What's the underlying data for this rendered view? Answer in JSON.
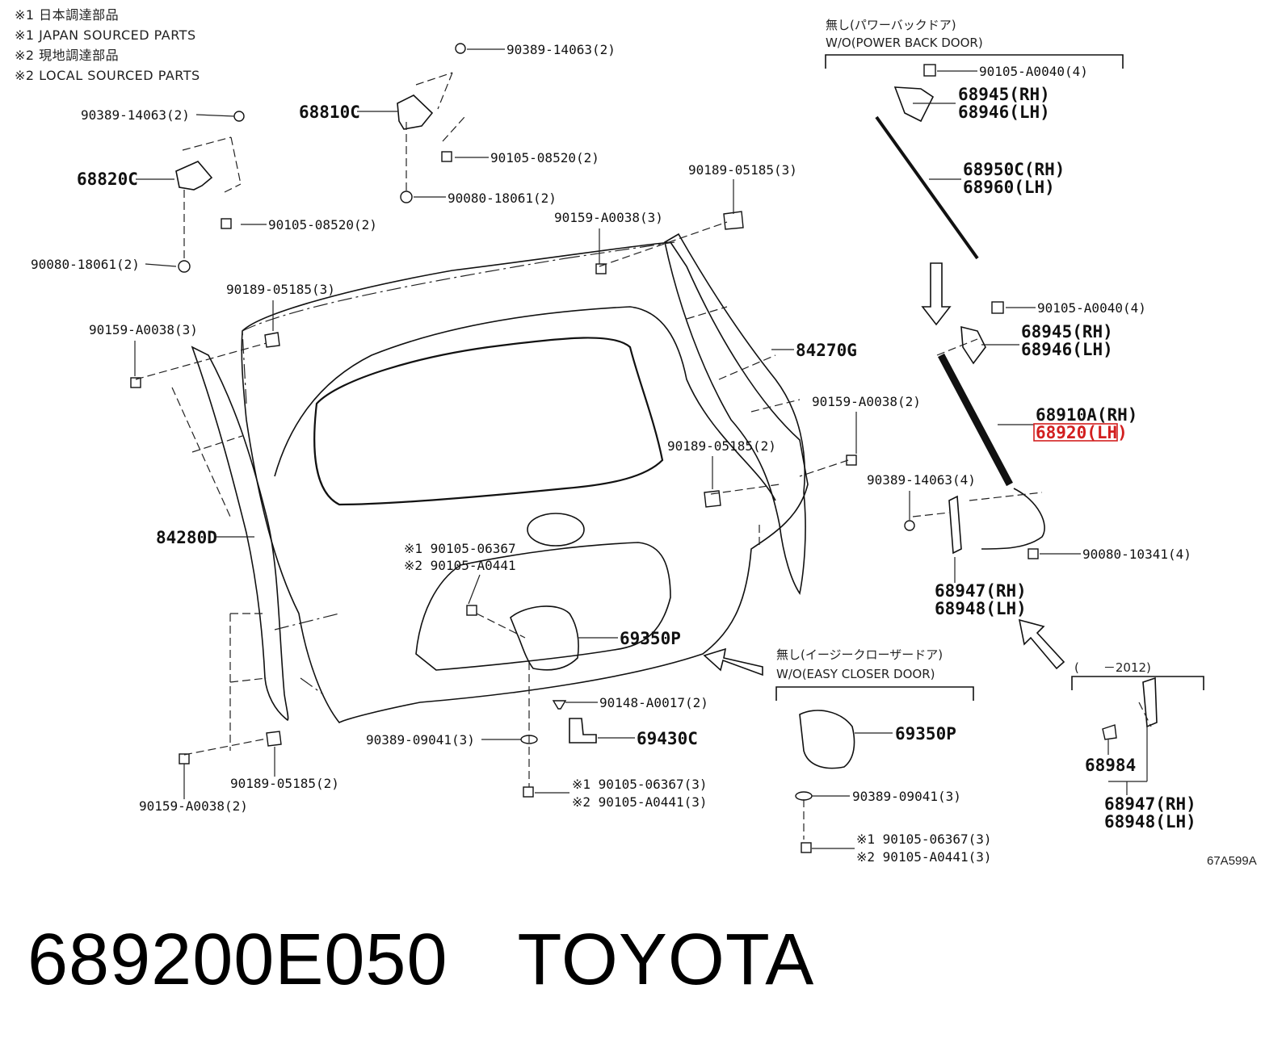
{
  "legend": [
    "※1 日本調達部品",
    "※1 JAPAN SOURCED PARTS",
    "※2 現地調達部品",
    "※2 LOCAL SOURCED PARTS"
  ],
  "notes": {
    "power_door_jp": "無し(パワーバックドア)",
    "power_door_en": "W/O(POWER BACK DOOR)",
    "easy_closer_jp": "無し(イージークローザードア)",
    "easy_closer_en": "W/O(EASY CLOSER DOOR)",
    "year_range": "(　　－2012)"
  },
  "parts": {
    "p90389_14063_left": "90389-14063(2)",
    "p68820C": "68820C",
    "p90105_08520_left": "90105-08520(2)",
    "p90080_18061_left": "90080-18061(2)",
    "p90389_14063_top": "90389-14063(2)",
    "p68810C": "68810C",
    "p90105_08520_top": "90105-08520(2)",
    "p90080_18061_top": "90080-18061(2)",
    "p90189_05185_top": "90189-05185(3)",
    "p90159_A0038_top": "90159-A0038(3)",
    "p90189_05185_left": "90189-05185(3)",
    "p90159_A0038_left": "90159-A0038(3)",
    "p84270G": "84270G",
    "p84280D": "84280D",
    "p90159_A0038_right": "90159-A0038(2)",
    "p90189_05185_right": "90189-05185(2)",
    "p90105_A0040_a": "90105-A0040(4)",
    "p68945_a": "68945(RH)",
    "p68946_a": "68946(LH)",
    "p68950C": "68950C(RH)",
    "p68960": "68960(LH)",
    "p90105_A0040_b": "90105-A0040(4)",
    "p68945_b": "68945(RH)",
    "p68946_b": "68946(LH)",
    "p68910A": "68910A(RH)",
    "p68920": "68920(LH)",
    "p90389_14063_right": "90389-14063(4)",
    "p90080_10341": "90080-10341(4)",
    "p68947_a": "68947(RH)",
    "p68948_a": "68948(LH)",
    "p90105_06367_lock": "※1 90105-06367",
    "p90105_A0441_lock": "※2 90105-A0441",
    "p69350P_main": "69350P",
    "p90148_A0017": "90148-A0017(2)",
    "p90389_09041_main": "90389-09041(3)",
    "p69430C": "69430C",
    "p90105_06367_bot": "※1 90105-06367(3)",
    "p90105_A0441_bot": "※2 90105-A0441(3)",
    "p90189_05185_bot": "90189-05185(2)",
    "p90159_A0038_bot": "90159-A0038(2)",
    "p69350P_alt": "69350P",
    "p90389_09041_alt": "90389-09041(3)",
    "p90105_06367_alt": "※1 90105-06367(3)",
    "p90105_A0441_alt": "※2 90105-A0441(3)",
    "p68984": "68984",
    "p68947_b": "68947(RH)",
    "p68948_b": "68948(LH)"
  },
  "highlight_color": "#d21f1f",
  "drawing_code": "67A599A",
  "footer": {
    "part_number": "689200E050",
    "brand": "TOYOTA"
  }
}
